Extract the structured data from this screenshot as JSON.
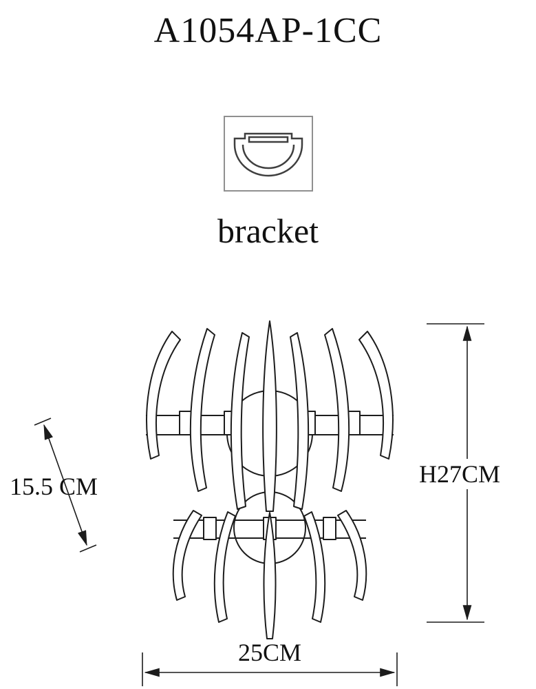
{
  "title": "A1054AP-1CC",
  "bracket": {
    "label": "bracket",
    "icon": "bracket-mount-icon"
  },
  "dimensions": {
    "depth_label": "15.5 CM",
    "height_label": "H27CM",
    "width_label": "25CM"
  },
  "colors": {
    "line": "#1c1c1c",
    "frame_gray": "#8f8f8f",
    "icon_gray": "#3f3f3f",
    "background": "#ffffff"
  }
}
